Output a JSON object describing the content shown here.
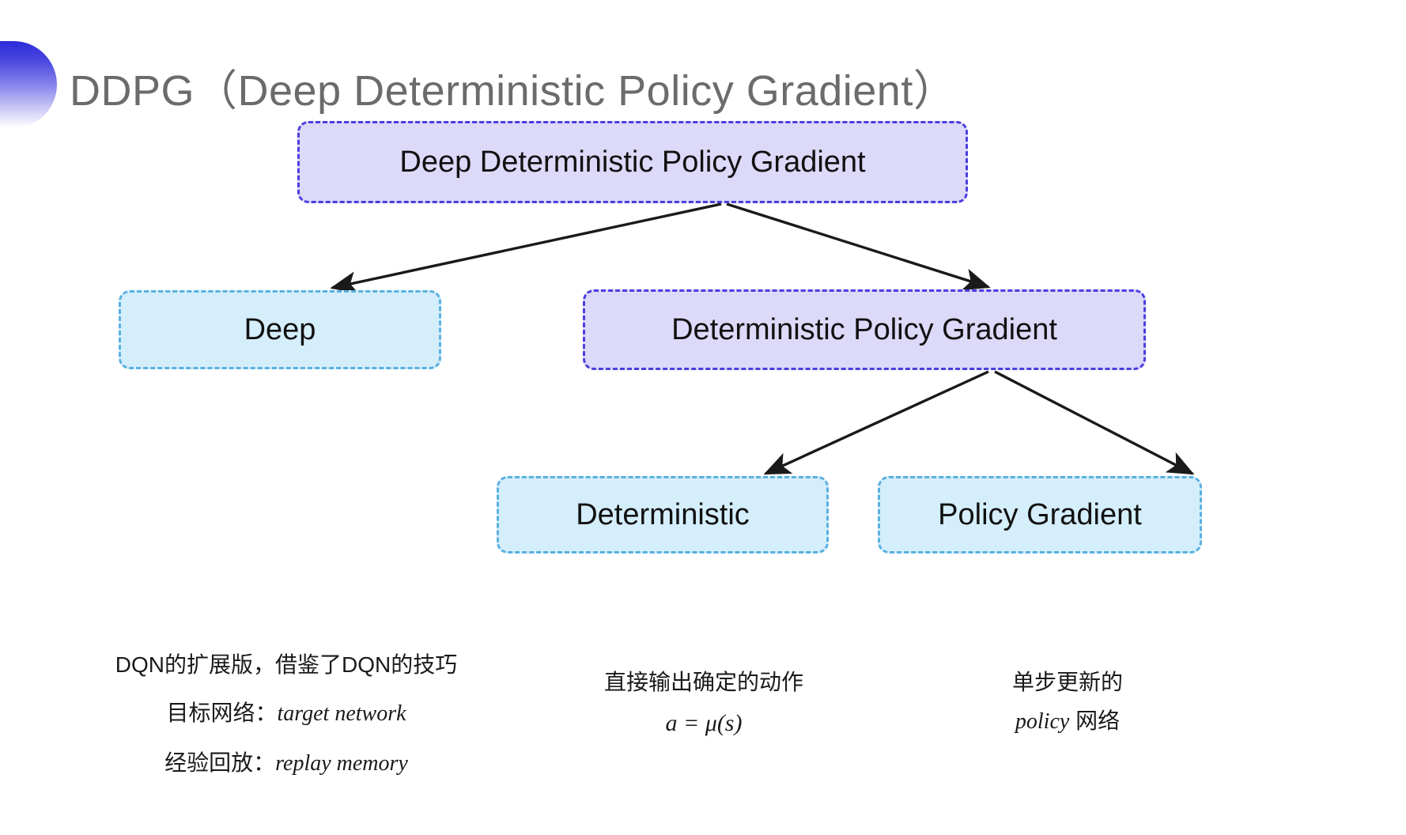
{
  "slide": {
    "title": "DDPG（Deep Deterministic Policy Gradient）",
    "background_color": "#ffffff",
    "decor_gradient_from": "#2b2bd8",
    "decor_gradient_to": "#ffffff"
  },
  "palette": {
    "purple_fill": "#dcd9f9",
    "purple_border": "#4a3ee0",
    "cyan_fill": "#d5eefb",
    "cyan_border": "#5ab0e0",
    "arrow_color": "#1a1a1a",
    "title_color": "#6b6b6b"
  },
  "nodes": {
    "root": {
      "label": "Deep Deterministic Policy Gradient",
      "style": "purple"
    },
    "deep": {
      "label": "Deep",
      "style": "cyan"
    },
    "dpg": {
      "label": "Deterministic Policy Gradient",
      "style": "purple"
    },
    "deterministic": {
      "label": "Deterministic",
      "style": "cyan"
    },
    "policy_gradient": {
      "label": "Policy Gradient",
      "style": "cyan"
    }
  },
  "annotations": {
    "left": {
      "line1": "DQN的扩展版，借鉴了DQN的技巧",
      "line2_label": "目标网络：",
      "line2_term": "target network",
      "line3_label": "经验回放：",
      "line3_term": "replay memory"
    },
    "middle": {
      "line1": "直接输出确定的动作",
      "formula": "a = μ(s)"
    },
    "right": {
      "line1": "单步更新的",
      "line2_term": "policy",
      "line2_suffix": " 网络"
    }
  },
  "edges": [
    {
      "from": "root",
      "to": "deep"
    },
    {
      "from": "root",
      "to": "dpg"
    },
    {
      "from": "dpg",
      "to": "deterministic"
    },
    {
      "from": "dpg",
      "to": "policy_gradient"
    }
  ]
}
